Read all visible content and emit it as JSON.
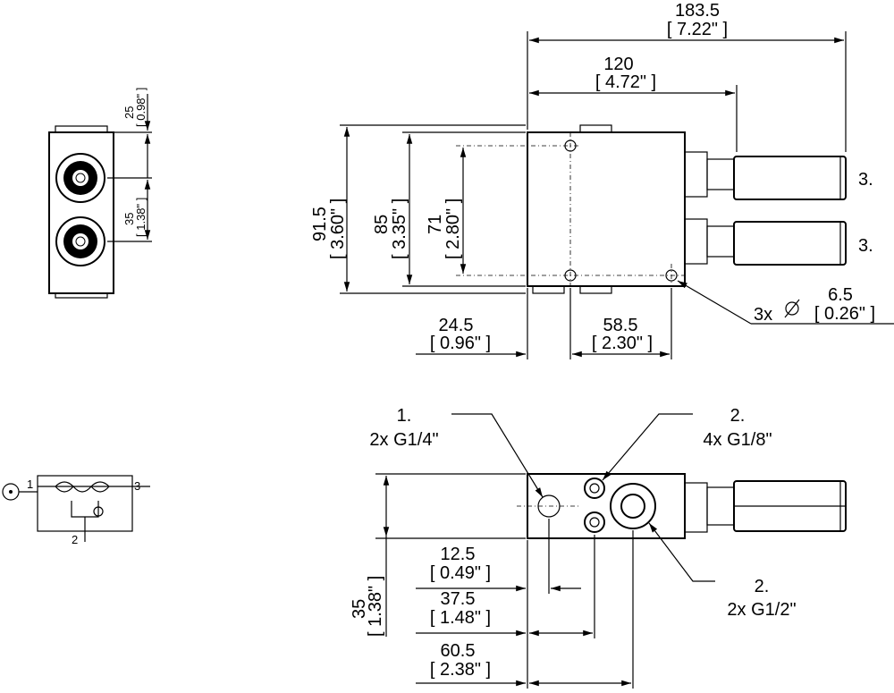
{
  "top_view": {
    "overall_length": "183.5",
    "overall_length_in": "[ 7.22\" ]",
    "length_120": "120",
    "length_120_in": "[ 4.72\" ]",
    "height_91": "91.5",
    "height_91_in": "[ 3.60\" ]",
    "height_85": "85",
    "height_85_in": "[ 3.35\" ]",
    "height_71": "71",
    "height_71_in": "[ 2.80\" ]",
    "offset_24": "24.5",
    "offset_24_in": "[ 0.96\" ]",
    "hole_spacing": "58.5",
    "hole_spacing_in": "[ 2.30\" ]",
    "hole_count": "3x",
    "hole_dia": "6.5",
    "hole_dia_in": "[ 0.26\" ]",
    "port3_top": "3.",
    "port3_bottom": "3."
  },
  "side_view": {
    "dim_25": "25",
    "dim_25_in": "[ 0.98\" ]",
    "dim_35": "35",
    "dim_35_in": "[ 1.38\" ]"
  },
  "front_view": {
    "port1_num": "1.",
    "port1_desc": "2x G1/4\"",
    "port2a_num": "2.",
    "port2a_desc": "4x G1/8\"",
    "port2b_num": "2.",
    "port2b_desc": "2x G1/2\"",
    "height_35": "35",
    "height_35_in": "[ 1.38\" ]",
    "dim_12": "12.5",
    "dim_12_in": "[ 0.49\" ]",
    "dim_37": "37.5",
    "dim_37_in": "[ 1.48\" ]",
    "dim_60": "60.5",
    "dim_60_in": "[ 2.38\" ]"
  },
  "schematic": {
    "port1": "1",
    "port2": "2",
    "port3": "3"
  }
}
